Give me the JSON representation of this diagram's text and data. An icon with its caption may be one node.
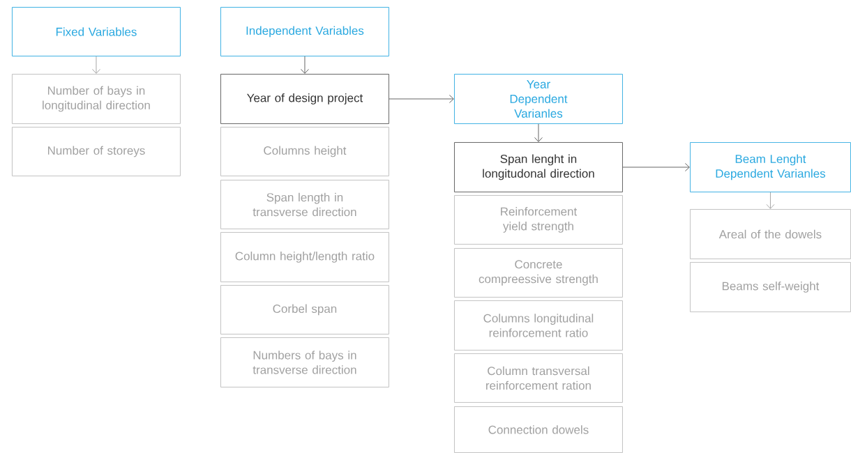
{
  "diagram": {
    "nodes": [
      {
        "text": [
          "Fixed Variables"
        ]
      },
      {
        "text": [
          "Number of bays in longitudinal direction"
        ]
      },
      {
        "text": [
          "Number of storeys"
        ]
      },
      {
        "text": [
          "Independent Variables"
        ]
      },
      {
        "text": [
          "Year of design project"
        ]
      },
      {
        "text": [
          "Columns height"
        ]
      },
      {
        "text": [
          "Span length in transverse direction"
        ]
      },
      {
        "text": [
          "Column height/length ratio"
        ]
      },
      {
        "text": [
          "Corbel span"
        ]
      },
      {
        "text": [
          "Numbers of bays in transverse direction"
        ]
      },
      {
        "text": [
          "Year Dependent Varianles"
        ]
      },
      {
        "text": [
          "Span lenght in longitudonal direction"
        ]
      },
      {
        "text": [
          "Reinforcement yield strength"
        ]
      },
      {
        "text": [
          "Concrete compreessive strength"
        ]
      },
      {
        "text": [
          "Columns longitudinal reinforcement ratio"
        ]
      },
      {
        "text": [
          "Column transversal reinforcement ration"
        ]
      },
      {
        "text": [
          "Connection dowels"
        ]
      },
      {
        "text": [
          "Beam Lenght Dependent Varianles"
        ]
      },
      {
        "text": [
          "Areal of the dowels"
        ]
      },
      {
        "text": [
          "Beams self-weight"
        ]
      }
    ],
    "edges": [
      {
        "from": 0,
        "to": 1,
        "arrow": "to",
        "color": "#9e9e9e"
      },
      {
        "from": 3,
        "to": 4,
        "arrow": "to"
      },
      {
        "from": 4,
        "to": 10,
        "arrow": "to"
      },
      {
        "from": 10,
        "to": 11,
        "arrow": "to"
      },
      {
        "from": 11,
        "to": 17,
        "arrow": "to"
      },
      {
        "from": 17,
        "to": 18,
        "arrow": "to",
        "color": "#9e9e9e"
      }
    ]
  }
}
